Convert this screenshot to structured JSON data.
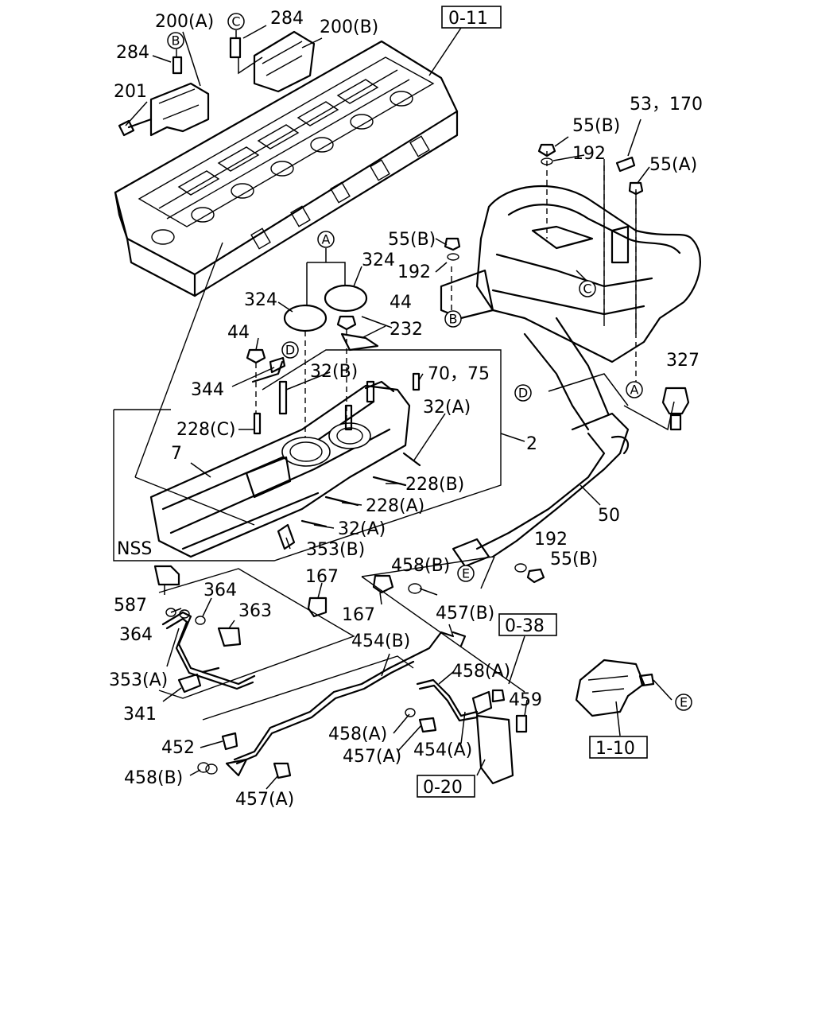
{
  "callouts": {
    "c200A": "200(A)",
    "c284a": "284",
    "c200B": "200(B)",
    "c284b": "284",
    "c201": "201",
    "c53_170": "53，170",
    "c55B_top": "55(B)",
    "c192_top": "192",
    "c55A": "55(A)",
    "c55B_mid": "55(B)",
    "c192_mid": "192",
    "c324_r": "324",
    "c324_l": "324",
    "c44_r": "44",
    "c232": "232",
    "c44_l": "44",
    "c344": "344",
    "c32B": "32(B)",
    "c70_75": "70，75",
    "c32A_top": "32(A)",
    "c228C": "228(C)",
    "c7": "7",
    "c2": "2",
    "c228B": "228(B)",
    "c228A": "228(A)",
    "c32A_bot": "32(A)",
    "cNSS": "NSS",
    "c353B": "353(B)",
    "c327": "327",
    "c50": "50",
    "c192_bot": "192",
    "c55B_bot": "55(B)",
    "c587": "587",
    "c364_top": "364",
    "c363": "363",
    "c364_bot": "364",
    "c353A": "353(A)",
    "c341": "341",
    "c167_r": "167",
    "c167_l": "167",
    "c458B_top": "458(B)",
    "c457B": "457(B)",
    "c454B": "454(B)",
    "c458A_r": "458(A)",
    "c459": "459",
    "c458A_l": "458(A)",
    "c457A_mid": "457(A)",
    "c454A": "454(A)",
    "c452": "452",
    "c458B_bot": "458(B)",
    "c457A_bot": "457(A)"
  },
  "references": {
    "r0_11": "0-11",
    "r0_38": "0-38",
    "r1_10": "1-10",
    "r0_20": "0-20"
  },
  "markers": {
    "mA_top": "A",
    "mA_right": "A",
    "mB_top": "B",
    "mB_mid": "B",
    "mC_top": "C",
    "mC_mid": "C",
    "mD_mid": "D",
    "mD_right": "D",
    "mE_mid": "E",
    "mE_right": "E"
  }
}
